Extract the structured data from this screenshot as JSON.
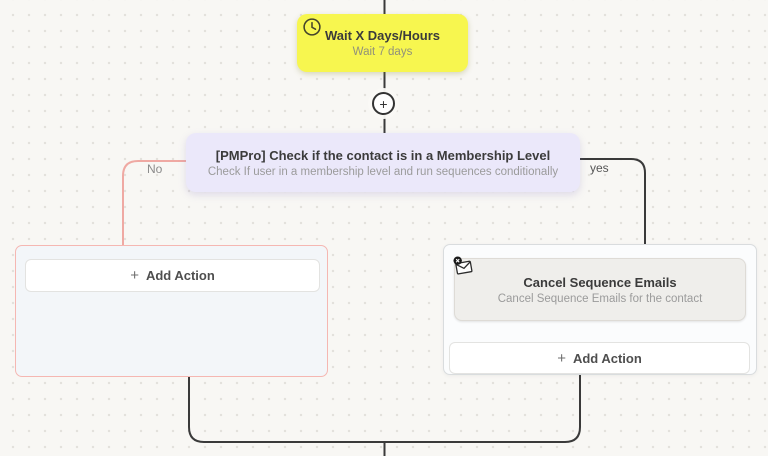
{
  "icons": {
    "plus": "+"
  },
  "colors": {
    "wire": "#3a3a3a",
    "no_branch_wire": "#efa9a3",
    "wait_node_bg": "#f7f64f",
    "condition_node_bg": "#ebe8fa",
    "no_box_border": "#f5b7b2"
  },
  "nodes": {
    "wait": {
      "title": "Wait X Days/Hours",
      "subtitle": "Wait 7 days",
      "icon": "clock-icon"
    },
    "condition": {
      "title": "[PMPro] Check if the contact is in a Membership Level",
      "subtitle": "Check If user in a membership level and run sequences conditionally"
    },
    "cancel": {
      "title": "Cancel Sequence Emails",
      "subtitle": "Cancel Sequence Emails for the contact",
      "icon": "cancel-email-icon"
    }
  },
  "branches": {
    "no_label": "No",
    "yes_label": "yes"
  },
  "buttons": {
    "add_action": "Add Action"
  }
}
